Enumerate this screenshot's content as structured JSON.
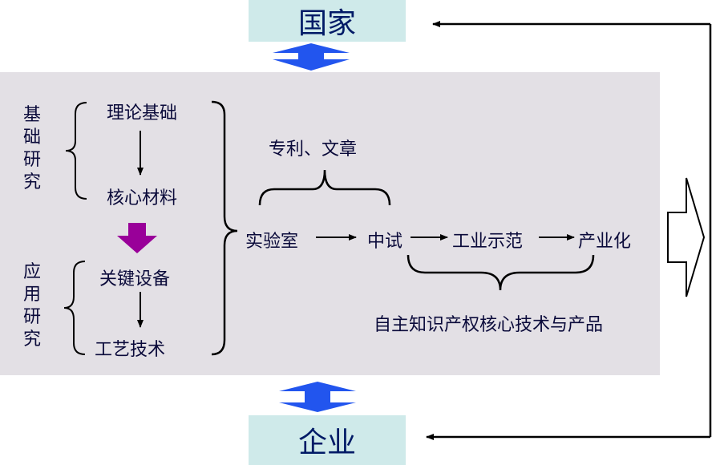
{
  "top_box": "国家",
  "bottom_box": "企业",
  "left": {
    "basic_label": "基础研究",
    "basic_items": [
      "理论基础",
      "核心材料"
    ],
    "applied_label": "应用研究",
    "applied_items": [
      "关键设备",
      "工艺技术"
    ]
  },
  "pipeline": {
    "stages": [
      "实验室",
      "中试",
      "工业示范",
      "产业化"
    ],
    "top_note": "专利、文章",
    "bottom_note": "自主知识产权核心技术与产品"
  },
  "colors": {
    "box_fill": "#cfeaea",
    "panel_fill": "#e3e0e5",
    "blue_arrow": "#2255ee",
    "purple_arrow": "#990099",
    "text": "#0a0a3a"
  }
}
